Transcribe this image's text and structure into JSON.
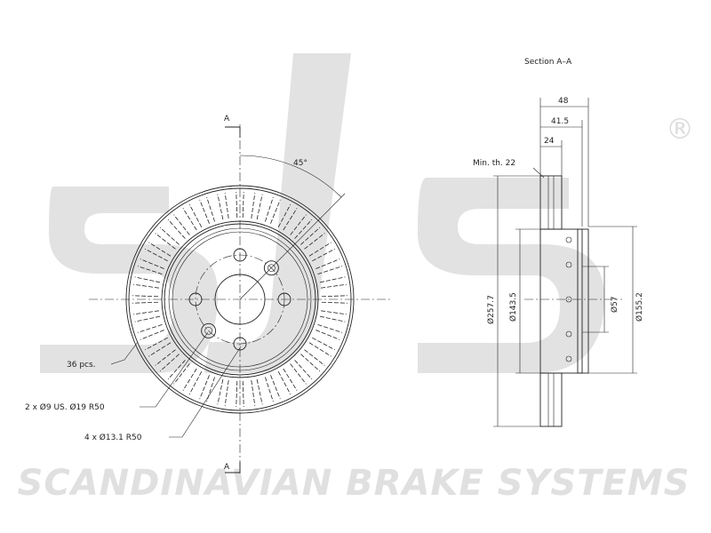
{
  "watermark": {
    "logo_text": "sbs",
    "registered_mark": "®",
    "caption": "SCANDINAVIAN BRAKE SYSTEMS",
    "color": "#dcdcdc"
  },
  "front_view": {
    "section_marker_top": "A",
    "section_marker_bottom": "A",
    "angle_label": "45°",
    "vent_count_label": "36 pcs.",
    "holes_small_label": "2 x Ø9 US. Ø19 R50",
    "holes_bolt_label": "4 x Ø13.1 R50"
  },
  "section_view": {
    "title": "Section A–A",
    "width_total": "48",
    "width_hub": "41.5",
    "width_disc": "24",
    "min_thickness": "Min. th. 22",
    "dia_outer": "Ø257.7",
    "dia_inner": "Ø143.5",
    "dia_center": "Ø57",
    "dia_hat": "Ø155.2"
  }
}
